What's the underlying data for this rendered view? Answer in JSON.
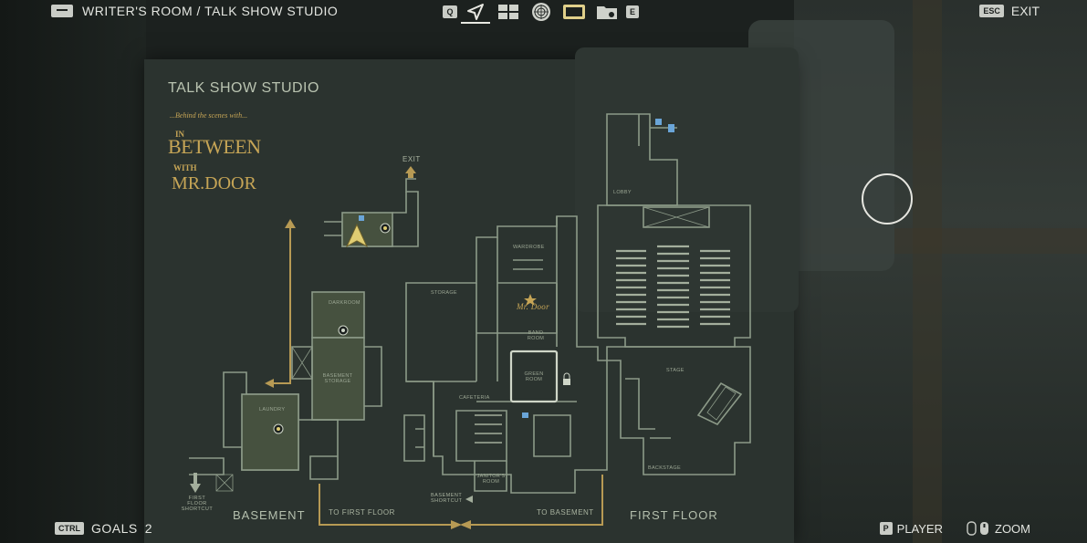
{
  "header": {
    "breadcrumb": "WRITER'S ROOM / TALK SHOW STUDIO",
    "tab_left_key": "Q",
    "tab_right_key": "E",
    "tabs": [
      {
        "icon": "navigation-arrow-icon",
        "active": true
      },
      {
        "icon": "case-board-icon",
        "active": false
      },
      {
        "icon": "mind-place-icon",
        "active": false
      },
      {
        "icon": "tv-icon",
        "active": false
      },
      {
        "icon": "collectibles-folder-icon",
        "active": false
      }
    ],
    "esc_key": "ESC",
    "exit_label": "EXIT"
  },
  "map": {
    "title": "TALK SHOW STUDIO",
    "logo": {
      "tagline": "...Behind the scenes with...",
      "line1": "IN",
      "line2": "BETWEEN",
      "line3": "WITH",
      "line4": "MR.DOOR"
    },
    "floors": {
      "basement": "BASEMENT",
      "first_floor": "FIRST FLOOR"
    },
    "navigation": {
      "exit": "EXIT",
      "to_first_floor": "TO FIRST FLOOR",
      "to_basement": "TO BASEMENT",
      "first_floor_shortcut": "FIRST FLOOR SHORTCUT",
      "basement_shortcut": "BASEMENT SHORTCUT"
    },
    "rooms": {
      "lobby": "LOBBY",
      "wardrobe": "WARDROBE",
      "storage": "STORAGE",
      "band_room": "BAND ROOM",
      "green_room": "GREEN ROOM",
      "cafeteria": "CAFETERIA",
      "janitors_room": "JANITOR'S ROOM",
      "stage": "STAGE",
      "backstage": "BACKSTAGE",
      "darkroom": "DARKROOM",
      "basement_storage": "BASEMENT STORAGE",
      "laundry": "LAUNDRY",
      "mr_door": "Mr. Door"
    },
    "accent_color": "#c6a556",
    "line_color": "#8c9a88"
  },
  "footer": {
    "goals_key": "CTRL",
    "goals_label": "GOALS",
    "goals_count": "2",
    "player_key": "P",
    "player_label": "PLAYER",
    "zoom_label": "ZOOM"
  }
}
